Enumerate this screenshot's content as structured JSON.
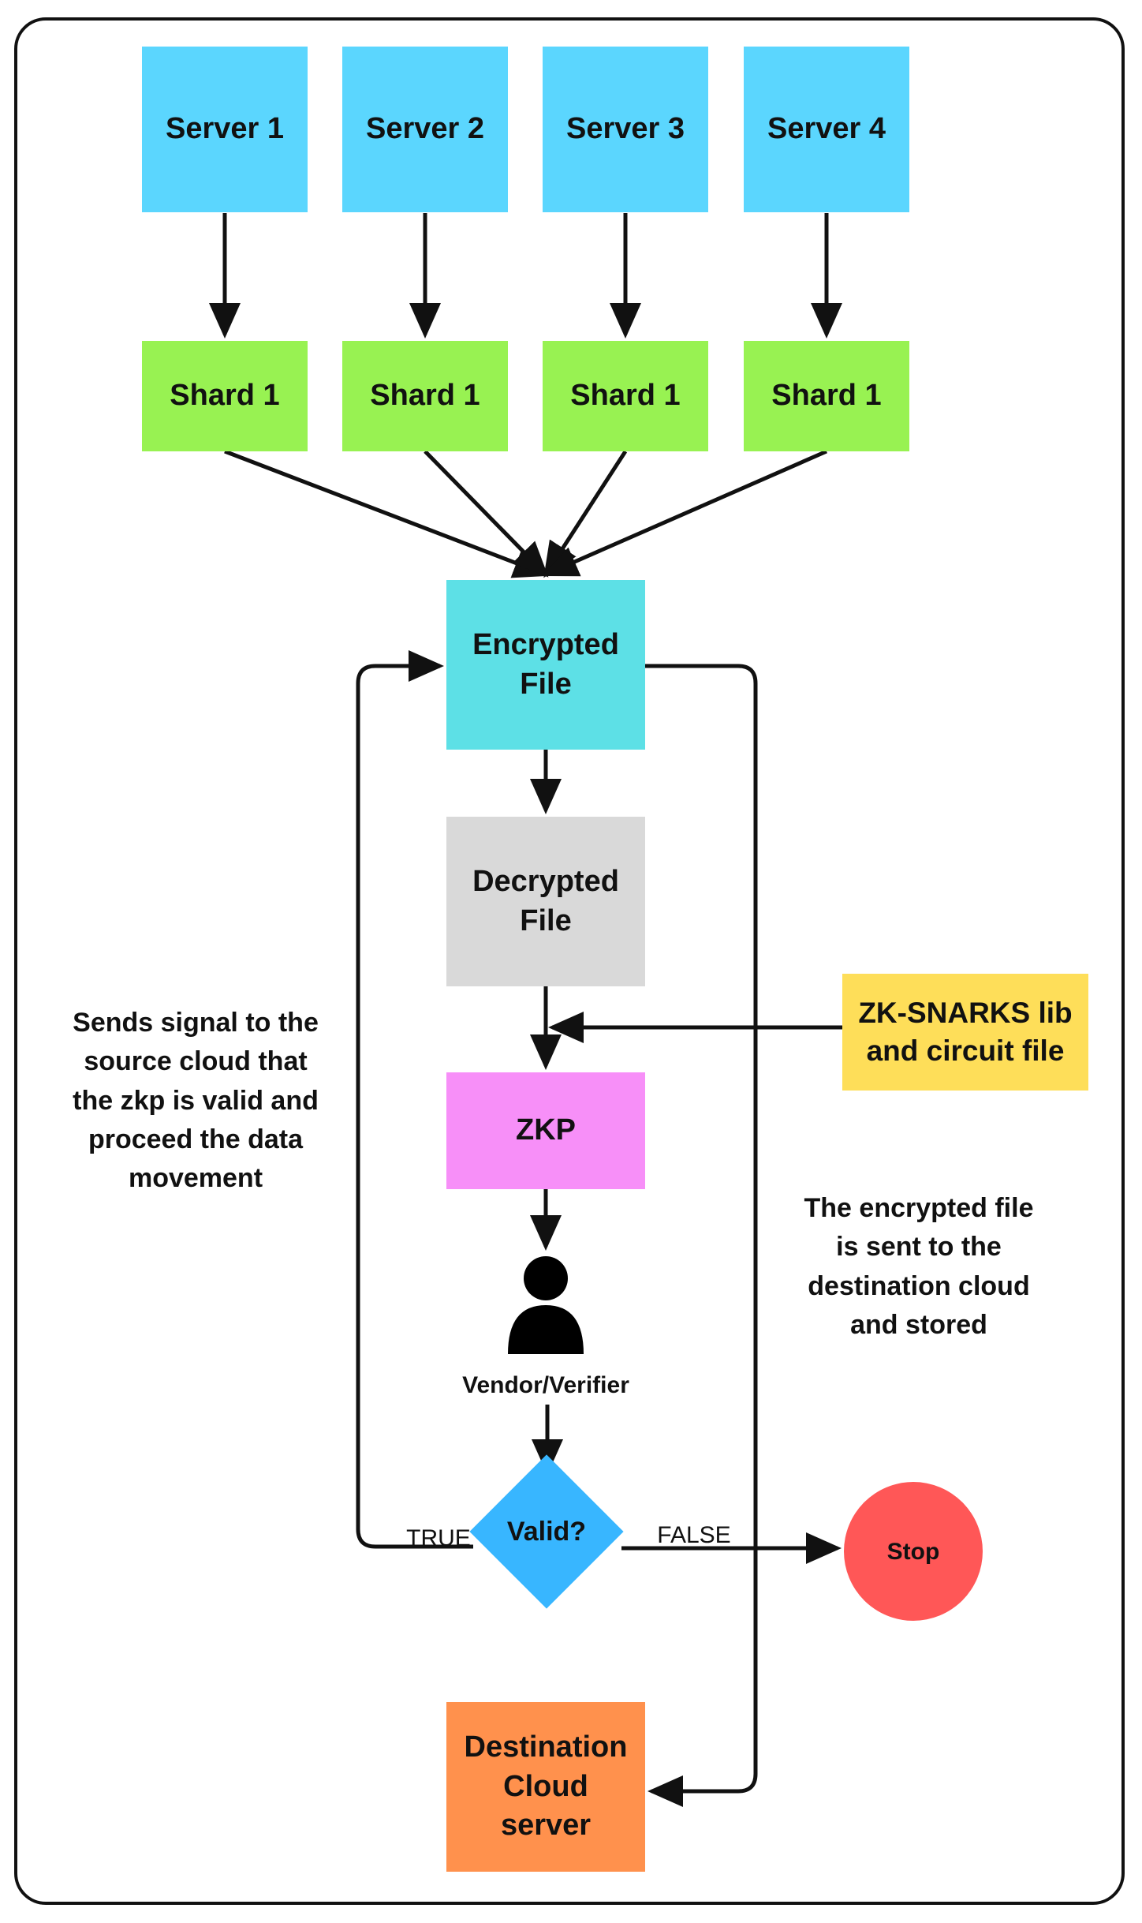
{
  "servers": [
    "Server 1",
    "Server 2",
    "Server 3",
    "Server 4"
  ],
  "shards": [
    "Shard 1",
    "Shard 1",
    "Shard 1",
    "Shard 1"
  ],
  "encrypted_file": {
    "line1": "Encrypted",
    "line2": "File"
  },
  "decrypted_file": {
    "line1": "Decrypted",
    "line2": "File"
  },
  "zkp": "ZKP",
  "zk_lib": {
    "line1": "ZK-SNARKS lib",
    "line2": "and circuit file"
  },
  "verifier": "Vendor/Verifier",
  "decision": {
    "label": "Valid?",
    "true_label": "TRUE",
    "false_label": "FALSE"
  },
  "stop": "Stop",
  "destination": {
    "line1": "Destination",
    "line2": "Cloud",
    "line3": "server"
  },
  "notes": {
    "left": [
      "Sends signal to the",
      "source cloud that",
      "the zkp is valid and",
      "proceed the data",
      "movement"
    ],
    "right": [
      "The encrypted file",
      "is sent to the",
      "destination cloud",
      "and stored"
    ]
  },
  "colors": {
    "server": "#5bd6fe",
    "shard": "#98f252",
    "encrypted": "#5de0e6",
    "decrypted": "#d9d9d9",
    "zkp": "#f78ff8",
    "zk_lib": "#fede59",
    "decision": "#38b6ff",
    "stop": "#ff5757",
    "destination": "#ff914d"
  }
}
